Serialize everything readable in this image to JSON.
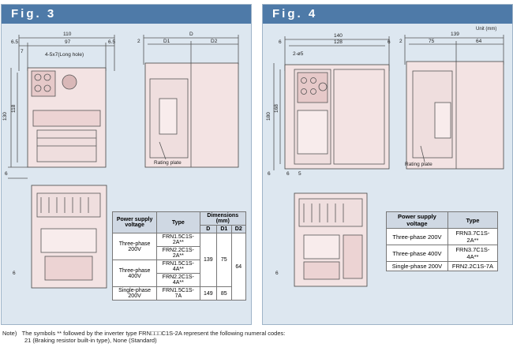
{
  "fig3": {
    "title": "Fig. 3",
    "dims": {
      "w110": "110",
      "w97": "97",
      "d6_5a": "6.5",
      "d6_5b": "6.5",
      "d7": "7",
      "hole": "4-5x7(Long hole)",
      "h130": "130",
      "h118": "118",
      "h6a": "6",
      "D": "D",
      "D1": "D1",
      "D2": "D2",
      "two": "2",
      "rating": "Rating plate",
      "h6b": "6"
    },
    "table": {
      "h_voltage": "Power supply voltage",
      "h_type": "Type",
      "h_dims": "Dimensions (mm)",
      "h_D": "D",
      "h_D1": "D1",
      "h_D2": "D2",
      "rows": [
        {
          "voltage": "Three-phase 200V",
          "types": [
            "FRN1.5C1S-2A**",
            "FRN2.2C1S-2A**"
          ],
          "D": "",
          "D1": "",
          "D2": ""
        },
        {
          "voltage": "Three-phase 400V",
          "types": [
            "FRN1.5C1S-4A**",
            "FRN2.2C1S-4A**"
          ],
          "D": "139",
          "D1": "75",
          "D2": "64"
        },
        {
          "voltage": "Single-phase 200V",
          "types": [
            "FRN1.5C1S-7A"
          ],
          "D": "149",
          "D1": "85",
          "D2": ""
        }
      ]
    }
  },
  "fig4": {
    "title": "Fig. 4",
    "unit": "Unit (mm)",
    "dims": {
      "w140": "140",
      "w128": "128",
      "d6a": "6",
      "d6b": "6",
      "hole": "2-ø5",
      "h180": "180",
      "h168": "168",
      "h6": "6",
      "d6c": "6",
      "d5": "5",
      "w139": "139",
      "w75": "75",
      "w64": "64",
      "two": "2",
      "rating": "Rating plate",
      "h6b": "6"
    },
    "table": {
      "h_voltage": "Power supply voltage",
      "h_type": "Type",
      "rows": [
        {
          "voltage": "Three-phase 200V",
          "type": "FRN3.7C1S-2A**"
        },
        {
          "voltage": "Three-phase 400V",
          "type": "FRN3.7C1S-4A**"
        },
        {
          "voltage": "Single-phase 200V",
          "type": "FRN2.2C1S-7A"
        }
      ]
    }
  },
  "note": {
    "label": "Note)",
    "line1": "The symbols ** followed by the inverter type FRN□□□C1S-2A represent the following numeral codes:",
    "line2": "21 (Braking resistor built-in type), None (Standard)"
  }
}
